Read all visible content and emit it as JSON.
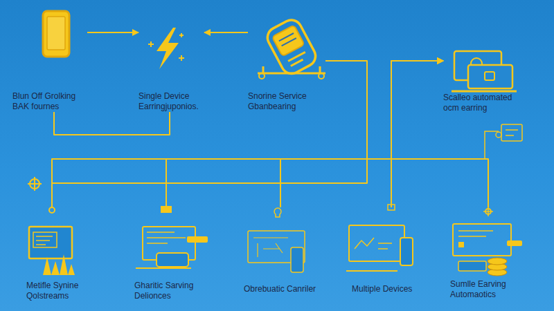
{
  "diagram": {
    "nodes": [
      {
        "text": [
          "Blun Off Grolking BAK fournes"
        ]
      },
      {
        "text": [
          "Single Device Earringjuponios."
        ]
      },
      {
        "text": [
          "Snorine Service Gbanbearing"
        ]
      },
      {
        "text": [
          "Scalleo automated ocm earring"
        ]
      },
      {
        "text": [
          "Metifle Synine Qolstreams"
        ]
      },
      {
        "text": [
          "Gharitic Sarving Delionces"
        ]
      },
      {
        "text": [
          "Obrebuatic Canriler"
        ]
      },
      {
        "text": [
          "Multiple Devices"
        ]
      },
      {
        "text": [
          "Sumlle Earving Automaotics"
        ]
      }
    ],
    "edges": [
      {
        "from": 0,
        "to": 1,
        "arrow": "to"
      },
      {
        "from": 2,
        "to": 1,
        "arrow": "to"
      },
      {
        "from": 0,
        "to": 1,
        "arrow": "none"
      },
      {
        "from": 2,
        "to": 4,
        "arrow": "none"
      },
      {
        "from": 4,
        "to": 3,
        "arrow": "to"
      },
      {
        "from": 5,
        "to": 3,
        "arrow": "to"
      },
      {
        "from": 6,
        "to": 3,
        "arrow": "to"
      },
      {
        "from": 7,
        "to": 3,
        "arrow": "to"
      },
      {
        "from": 8,
        "to": 3,
        "arrow": "to"
      }
    ]
  }
}
